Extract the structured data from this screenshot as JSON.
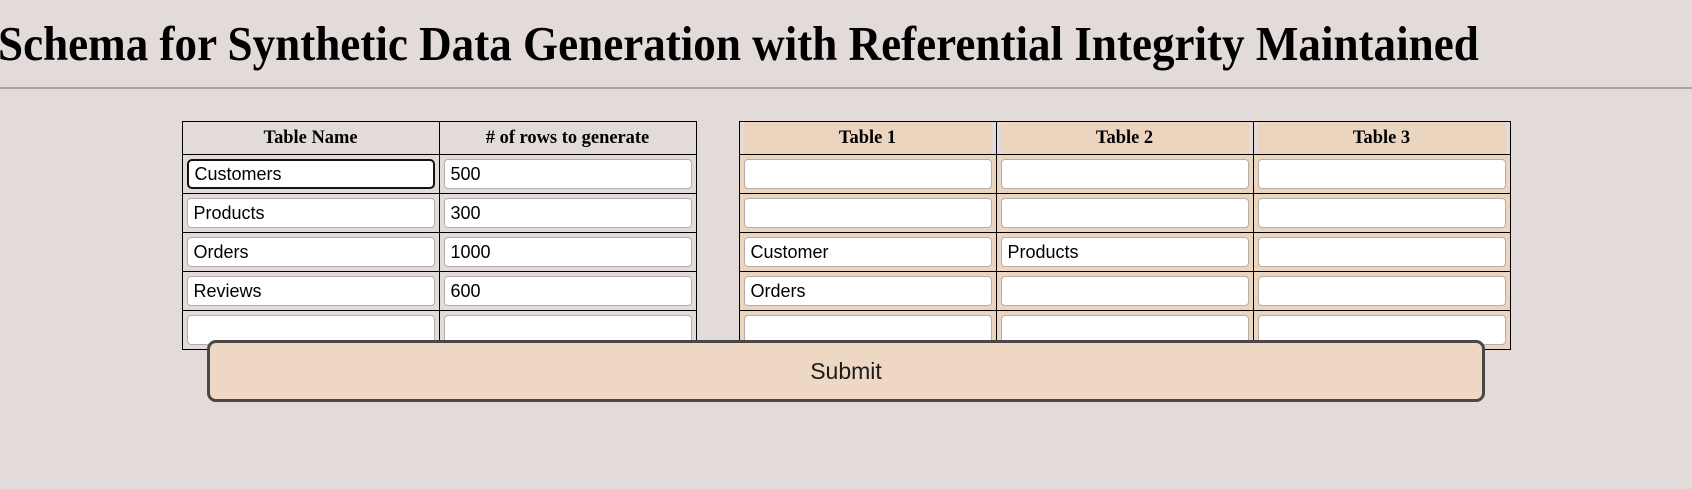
{
  "header": {
    "title": "Schema for Synthetic Data Generation with Referential Integrity Maintained"
  },
  "schema_table": {
    "name": "schema-definition-table",
    "columns": [
      "Table Name",
      "# of rows to generate"
    ],
    "rows": [
      {
        "table_name": "Customers",
        "row_count": "500",
        "focused": true
      },
      {
        "table_name": "Products",
        "row_count": "300",
        "focused": false
      },
      {
        "table_name": "Orders",
        "row_count": "1000",
        "focused": false
      },
      {
        "table_name": "Reviews",
        "row_count": "600",
        "focused": false
      },
      {
        "table_name": "",
        "row_count": "",
        "focused": false
      }
    ]
  },
  "relations_table": {
    "name": "referential-relations-table",
    "columns": [
      "Table 1",
      "Table 2",
      "Table 3"
    ],
    "rows": [
      {
        "t1": "",
        "t2": "",
        "t3": ""
      },
      {
        "t1": "",
        "t2": "",
        "t3": ""
      },
      {
        "t1": "Customer",
        "t2": "Products",
        "t3": ""
      },
      {
        "t1": "Orders",
        "t2": "",
        "t3": ""
      },
      {
        "t1": "",
        "t2": "",
        "t3": ""
      }
    ]
  },
  "actions": {
    "submit_label": "Submit"
  },
  "colors": {
    "page_background": "#e2dbd9",
    "relations_accent": "#ecd5bf",
    "submit_background": "#eed8c3",
    "submit_border": "#4a4749",
    "header_rule": "#a9a4a2"
  }
}
